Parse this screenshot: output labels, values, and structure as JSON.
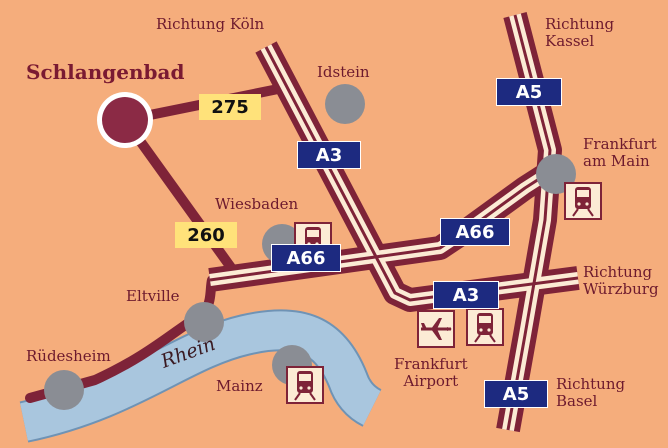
{
  "colors": {
    "background": "#f5ad7c",
    "road": "#7e2338",
    "road_inner": "#fcebd5",
    "river": "#a9c6de",
    "city_dot": "#8a8d94",
    "start_marker": "#8b2a45",
    "motorway_sign": "#1d2a80",
    "federal_sign": "#ffe27a"
  },
  "places": {
    "schlangenbad": "Schlangenbad",
    "idstein": "Idstein",
    "wiesbaden": "Wiesbaden",
    "eltville": "Eltville",
    "ruedesheim": "Rüdesheim",
    "mainz": "Mainz",
    "frankfurt_main": [
      "Frankfurt",
      "am Main"
    ],
    "frankfurt_airport": [
      "Frankfurt",
      "Airport"
    ]
  },
  "directions": {
    "koeln": "Richtung Köln",
    "kassel": [
      "Richtung",
      "Kassel"
    ],
    "wuerzburg": [
      "Richtung",
      "Würzburg"
    ],
    "basel": [
      "Richtung",
      "Basel"
    ]
  },
  "river": "Rhein",
  "road_signs": {
    "b275": "275",
    "b260": "260",
    "a5_north": "A5",
    "a3_north": "A3",
    "a66_east": "A66",
    "a66_west": "A66",
    "a3_east": "A3",
    "a5_south": "A5"
  },
  "icons": {
    "train": "train-station-icon",
    "airport": "airplane-icon"
  }
}
